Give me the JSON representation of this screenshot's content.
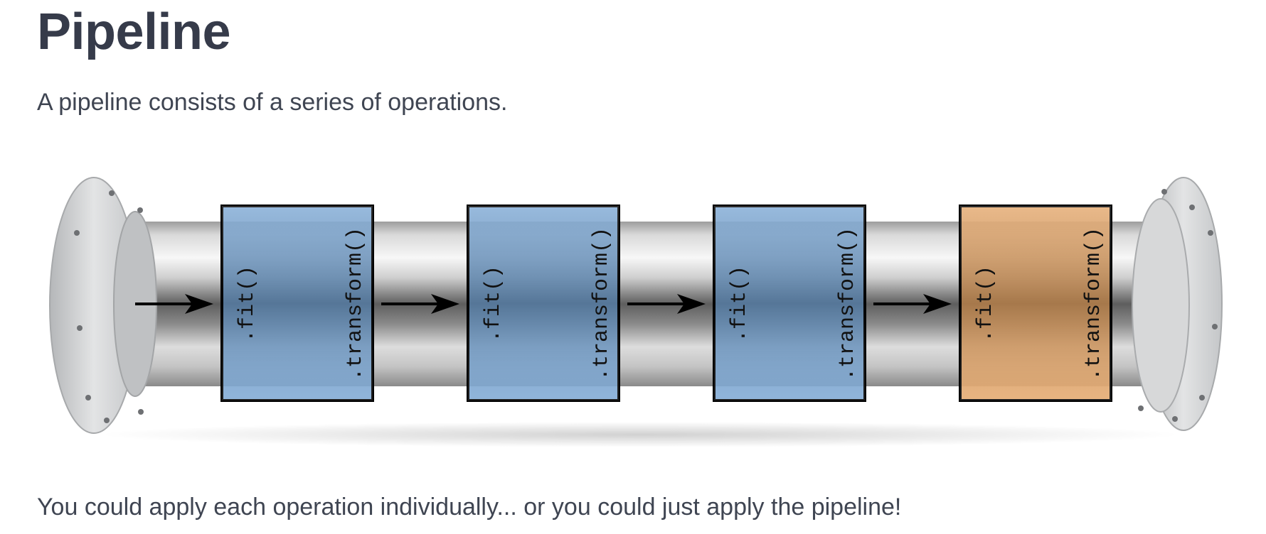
{
  "page": {
    "title": "Pipeline",
    "intro": "A pipeline consists of a series of operations.",
    "outro": "You could apply each operation individually... or you could just apply the pipeline!"
  },
  "pipeline": {
    "stages": [
      {
        "fit_label": ".fit()",
        "transform_label": ".transform()",
        "color": "#6f9fd0"
      },
      {
        "fit_label": ".fit()",
        "transform_label": ".transform()",
        "color": "#6f9fd0"
      },
      {
        "fit_label": ".fit()",
        "transform_label": ".transform()",
        "color": "#6f9fd0"
      },
      {
        "fit_label": ".fit()",
        "transform_label": ".transform()",
        "color": "#e2a160"
      }
    ]
  }
}
